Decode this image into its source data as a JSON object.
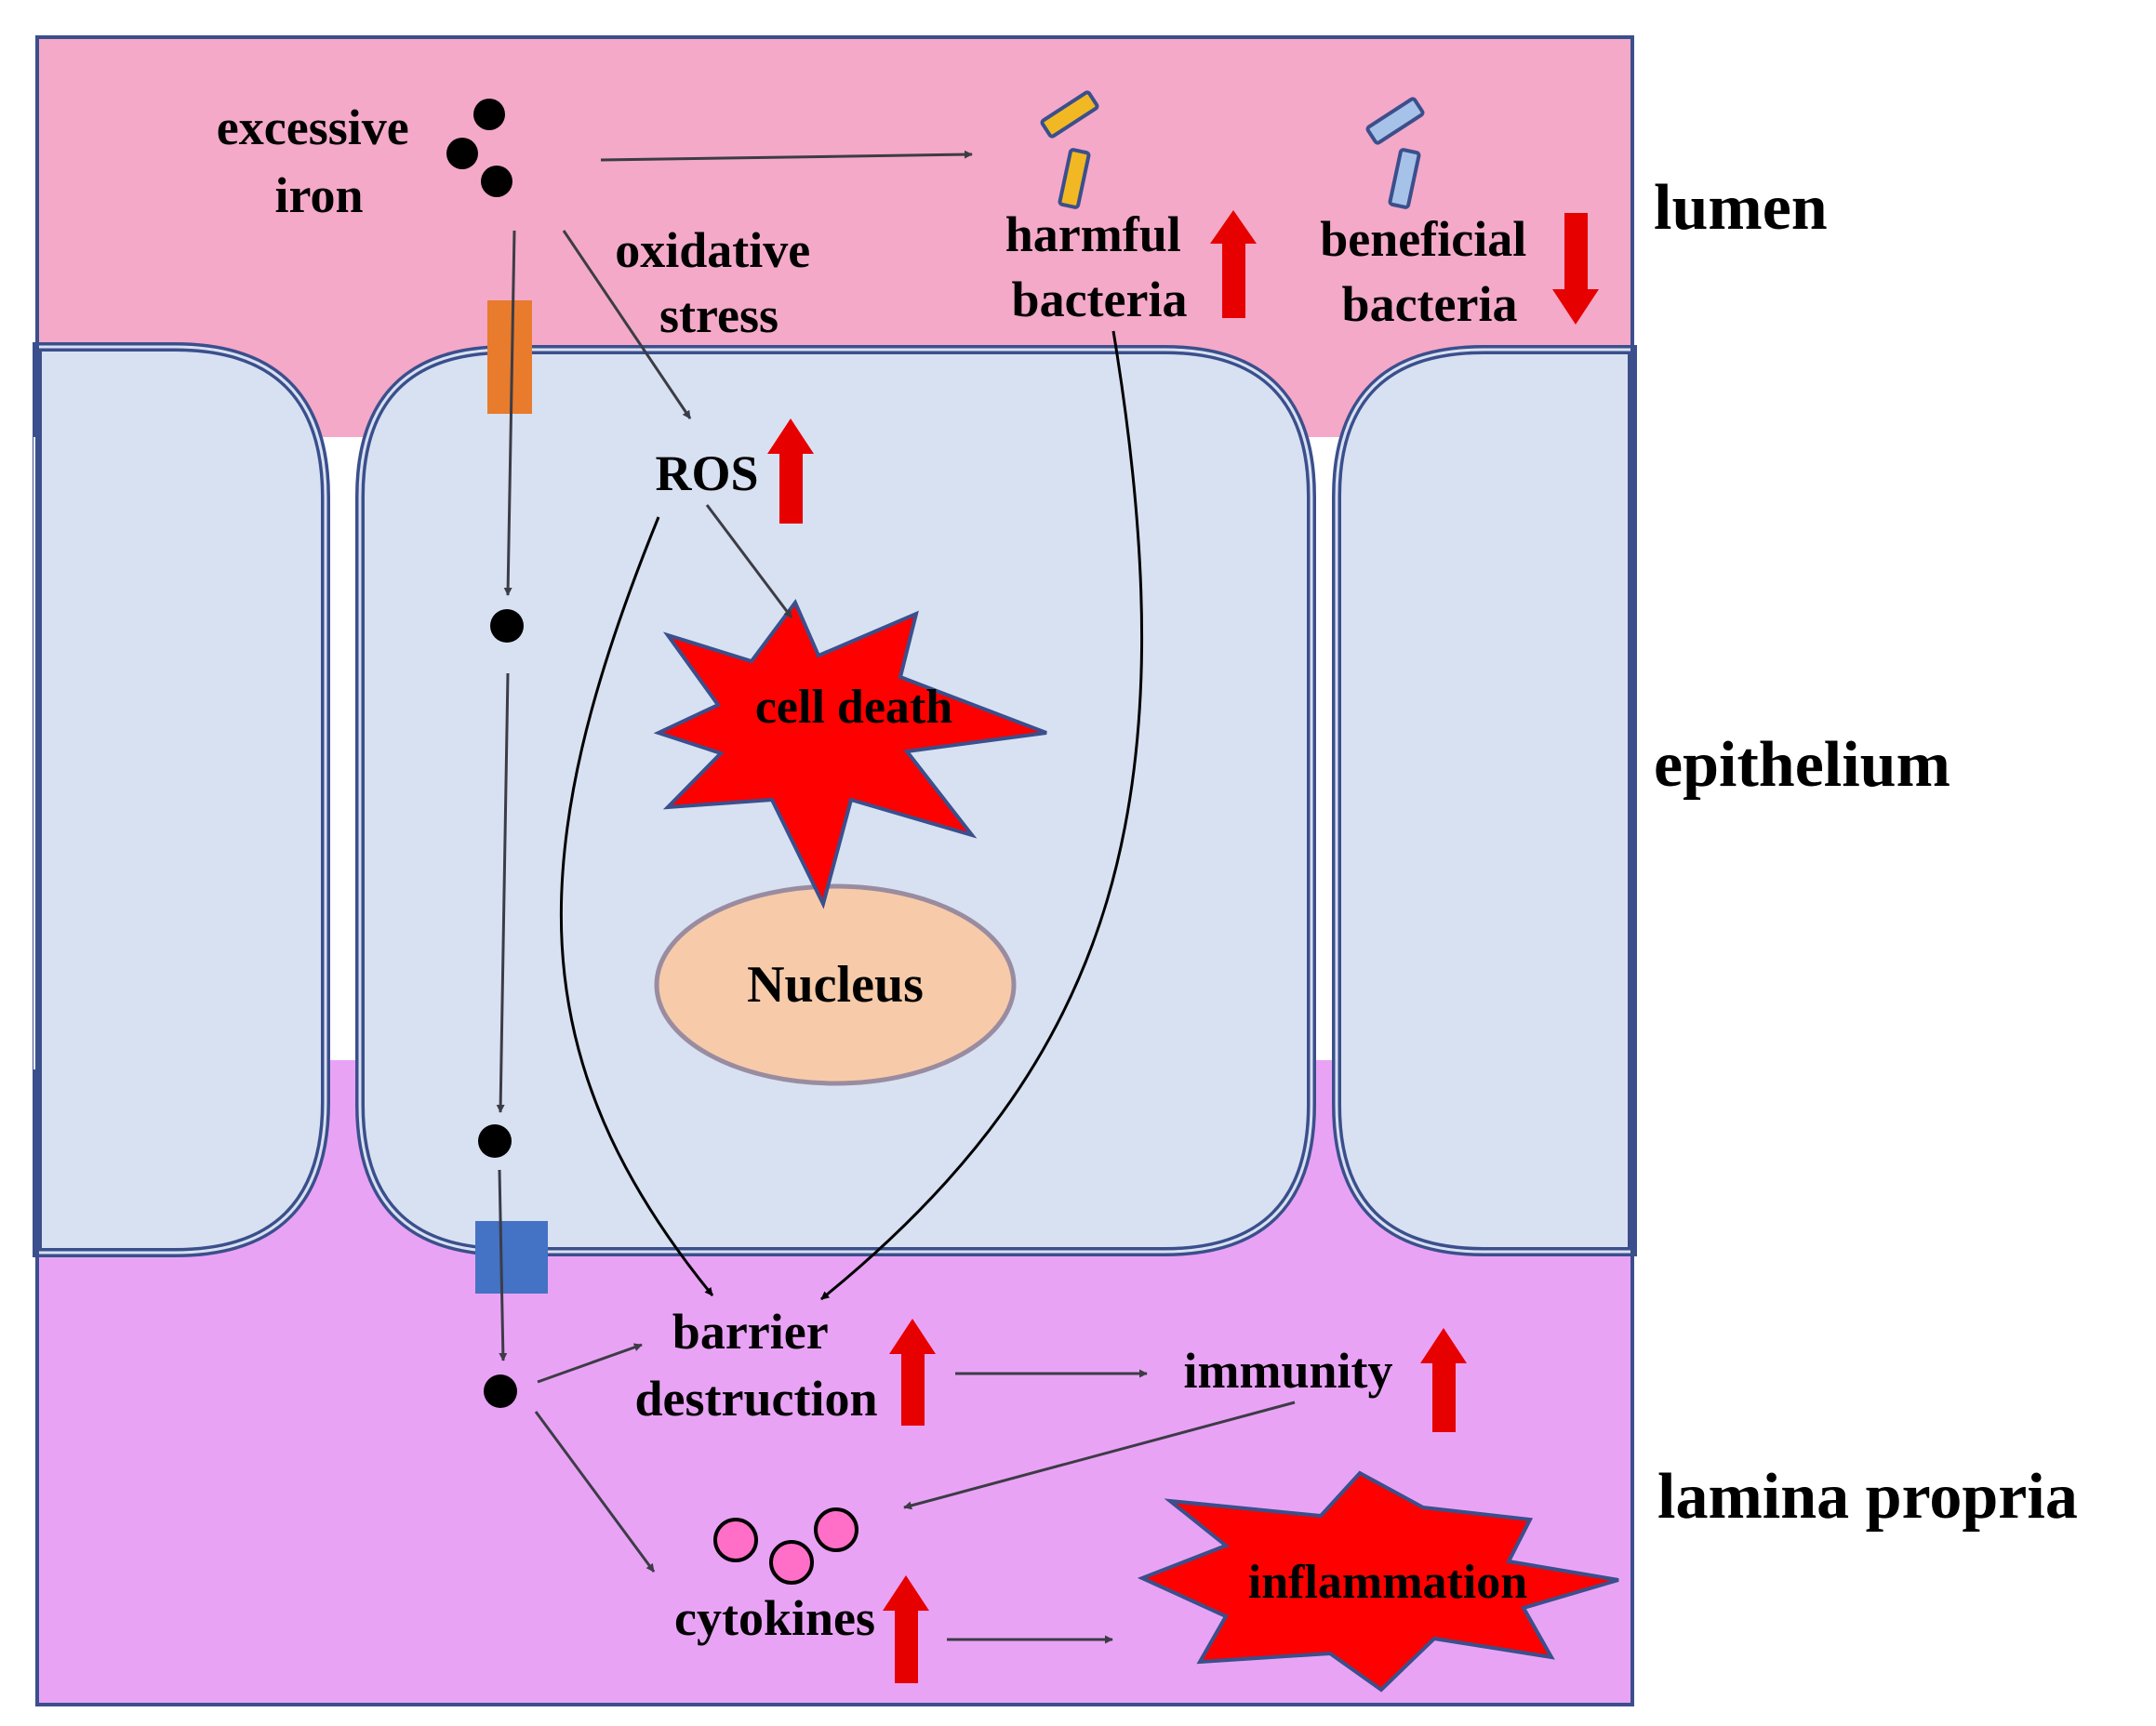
{
  "regions": {
    "lumen": "lumen",
    "epithelium": "epithelium",
    "lamina_propria": "lamina propria"
  },
  "labels": {
    "excessive_iron": [
      "excessive",
      "iron"
    ],
    "oxidative_stress": [
      "oxidative",
      "stress"
    ],
    "harmful_bacteria": [
      "harmful",
      "bacteria"
    ],
    "beneficial_bacteria": [
      "beneficial",
      "bacteria"
    ],
    "ros": "ROS",
    "cell_death": "cell death",
    "nucleus": "Nucleus",
    "barrier_destruction": [
      "barrier",
      "destruction"
    ],
    "immunity": "immunity",
    "cytokines": "cytokines",
    "inflammation": "inflammation"
  },
  "changes": {
    "harmful_bacteria": "increase",
    "beneficial_bacteria": "decrease",
    "ros": "increase",
    "barrier_destruction": "increase",
    "immunity": "increase",
    "cytokines": "increase"
  },
  "colors": {
    "lumen": "#f4a9c8",
    "epithelium_cell": "#d8e1f2",
    "lamina_propria": "#e9a3f5",
    "cell_border": "#3b4f8c",
    "change_arrow": "#e60000",
    "burst": "#ff0000",
    "nucleus": "#f7cba9",
    "importer_apical": "#e87b2c",
    "exporter_basolateral": "#4472c4",
    "harmful_bacteria": "#f2b824",
    "beneficial_bacteria": "#a7c2e8",
    "cytokine": "#ff6fc8",
    "flow_arrow": "#3c3c46"
  }
}
